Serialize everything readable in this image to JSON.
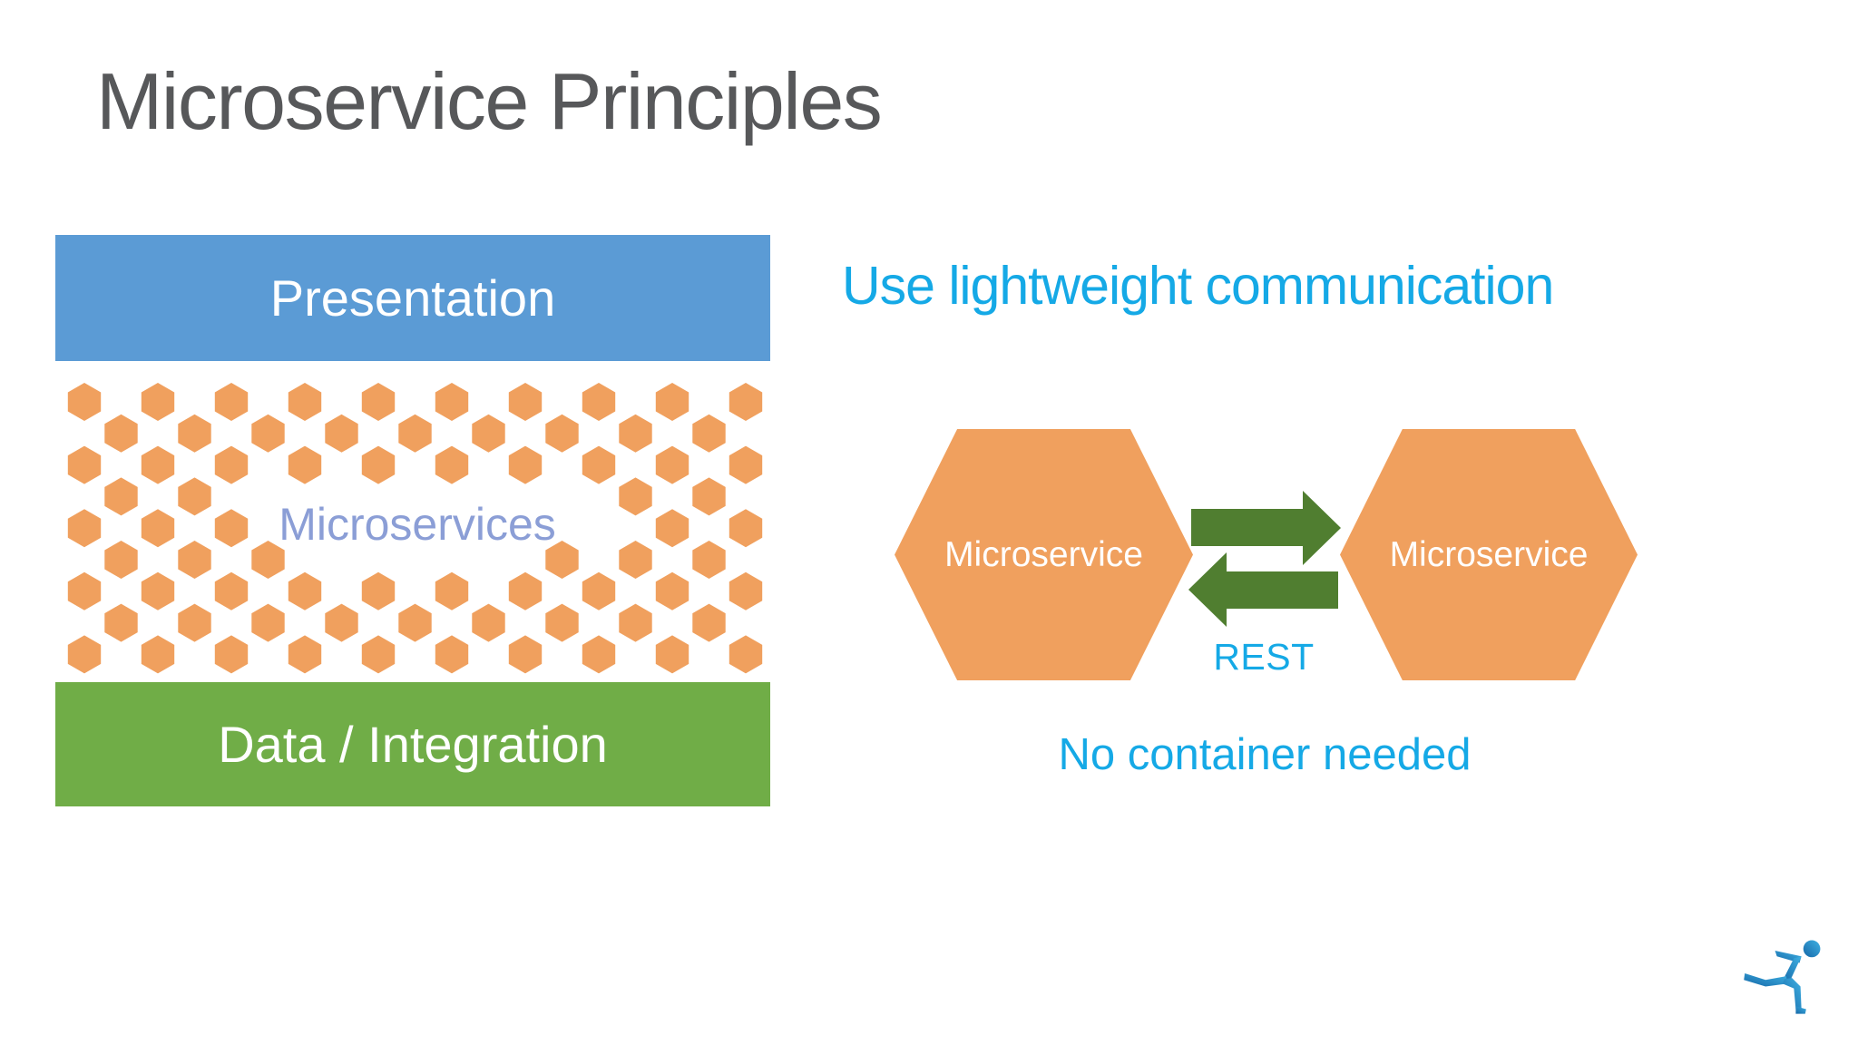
{
  "slide": {
    "title": "Microservice Principles",
    "stack": {
      "presentation": "Presentation",
      "microservices": "Microservices",
      "data_integration": "Data / Integration"
    },
    "communication": {
      "heading": "Use lightweight communication",
      "left_hexagon": "Microservice",
      "right_hexagon": "Microservice",
      "protocol": "REST",
      "note": "No container needed"
    },
    "logo": "running-figure-logo",
    "colors": {
      "title_gray": "#57585A",
      "bar_blue": "#5B9BD5",
      "bar_green": "#70AD47",
      "hex_orange": "#F0A05E",
      "arrow_green": "#507E30",
      "accent_cyan": "#15A9E6",
      "microservices_periwinkle": "#8B9ED6",
      "logo_blue": "#1E88CC",
      "text_white": "#FFFFFF"
    }
  }
}
